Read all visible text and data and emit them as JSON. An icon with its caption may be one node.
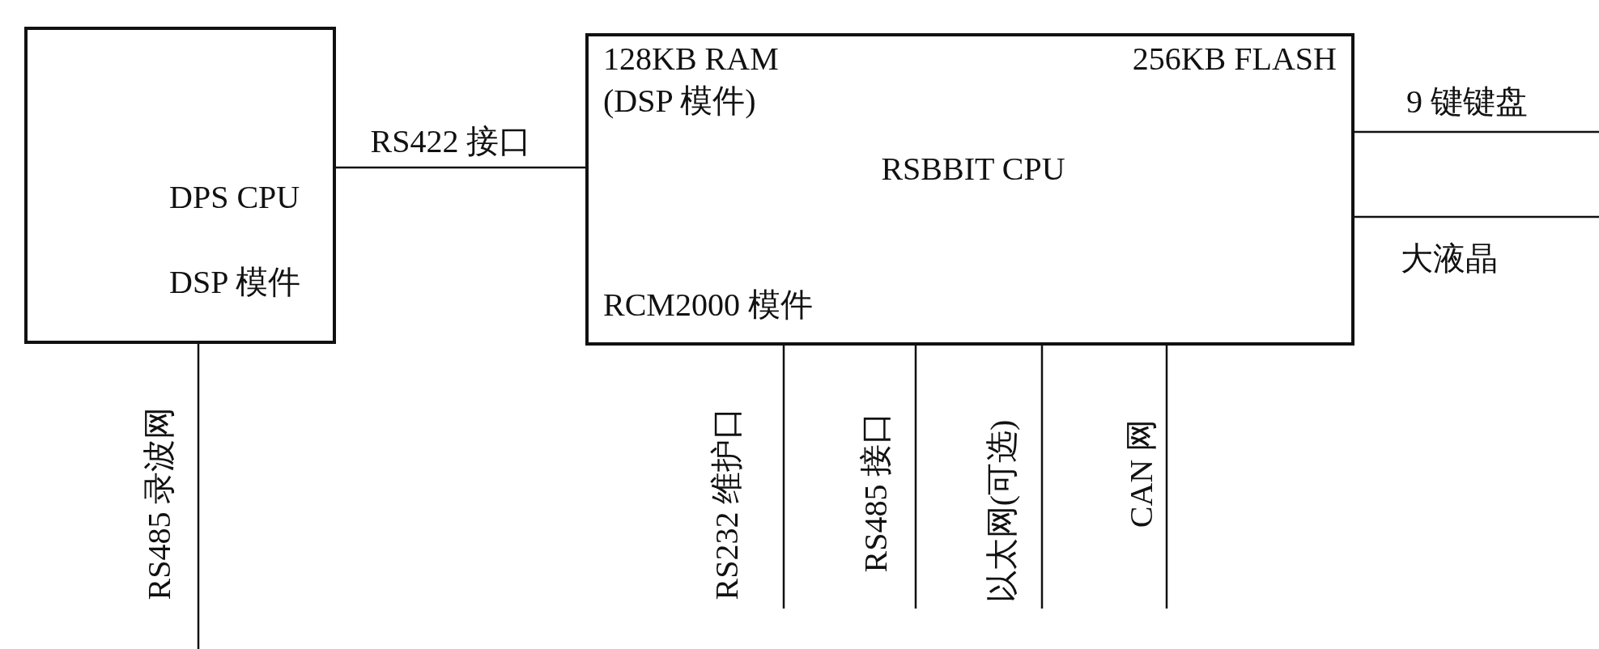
{
  "diagram": {
    "nodes": [
      {
        "text": [
          "DPS CPU",
          "DSP 模件"
        ]
      },
      {
        "text": [
          "128KB RAM",
          "256KB FLASH",
          "(DSP 模件)",
          "RSBBIT CPU",
          "RCM2000 模件"
        ]
      }
    ],
    "edges": [
      {
        "from": 0,
        "to": 1,
        "arrow": "none",
        "label": "RS422 接口"
      },
      {
        "from": 0,
        "to": null,
        "arrow": "none",
        "label": "RS485 录波网"
      },
      {
        "from": 1,
        "to": null,
        "arrow": "none",
        "label": "9 键键盘"
      },
      {
        "from": 1,
        "to": null,
        "arrow": "none",
        "label": "大液晶"
      },
      {
        "from": 1,
        "to": null,
        "arrow": "none",
        "label": "RS232 维护口"
      },
      {
        "from": 1,
        "to": null,
        "arrow": "none",
        "label": "RS485 接口"
      },
      {
        "from": 1,
        "to": null,
        "arrow": "none",
        "label": "以太网(可选)"
      },
      {
        "from": 1,
        "to": null,
        "arrow": "none",
        "label": "CAN 网"
      }
    ]
  }
}
